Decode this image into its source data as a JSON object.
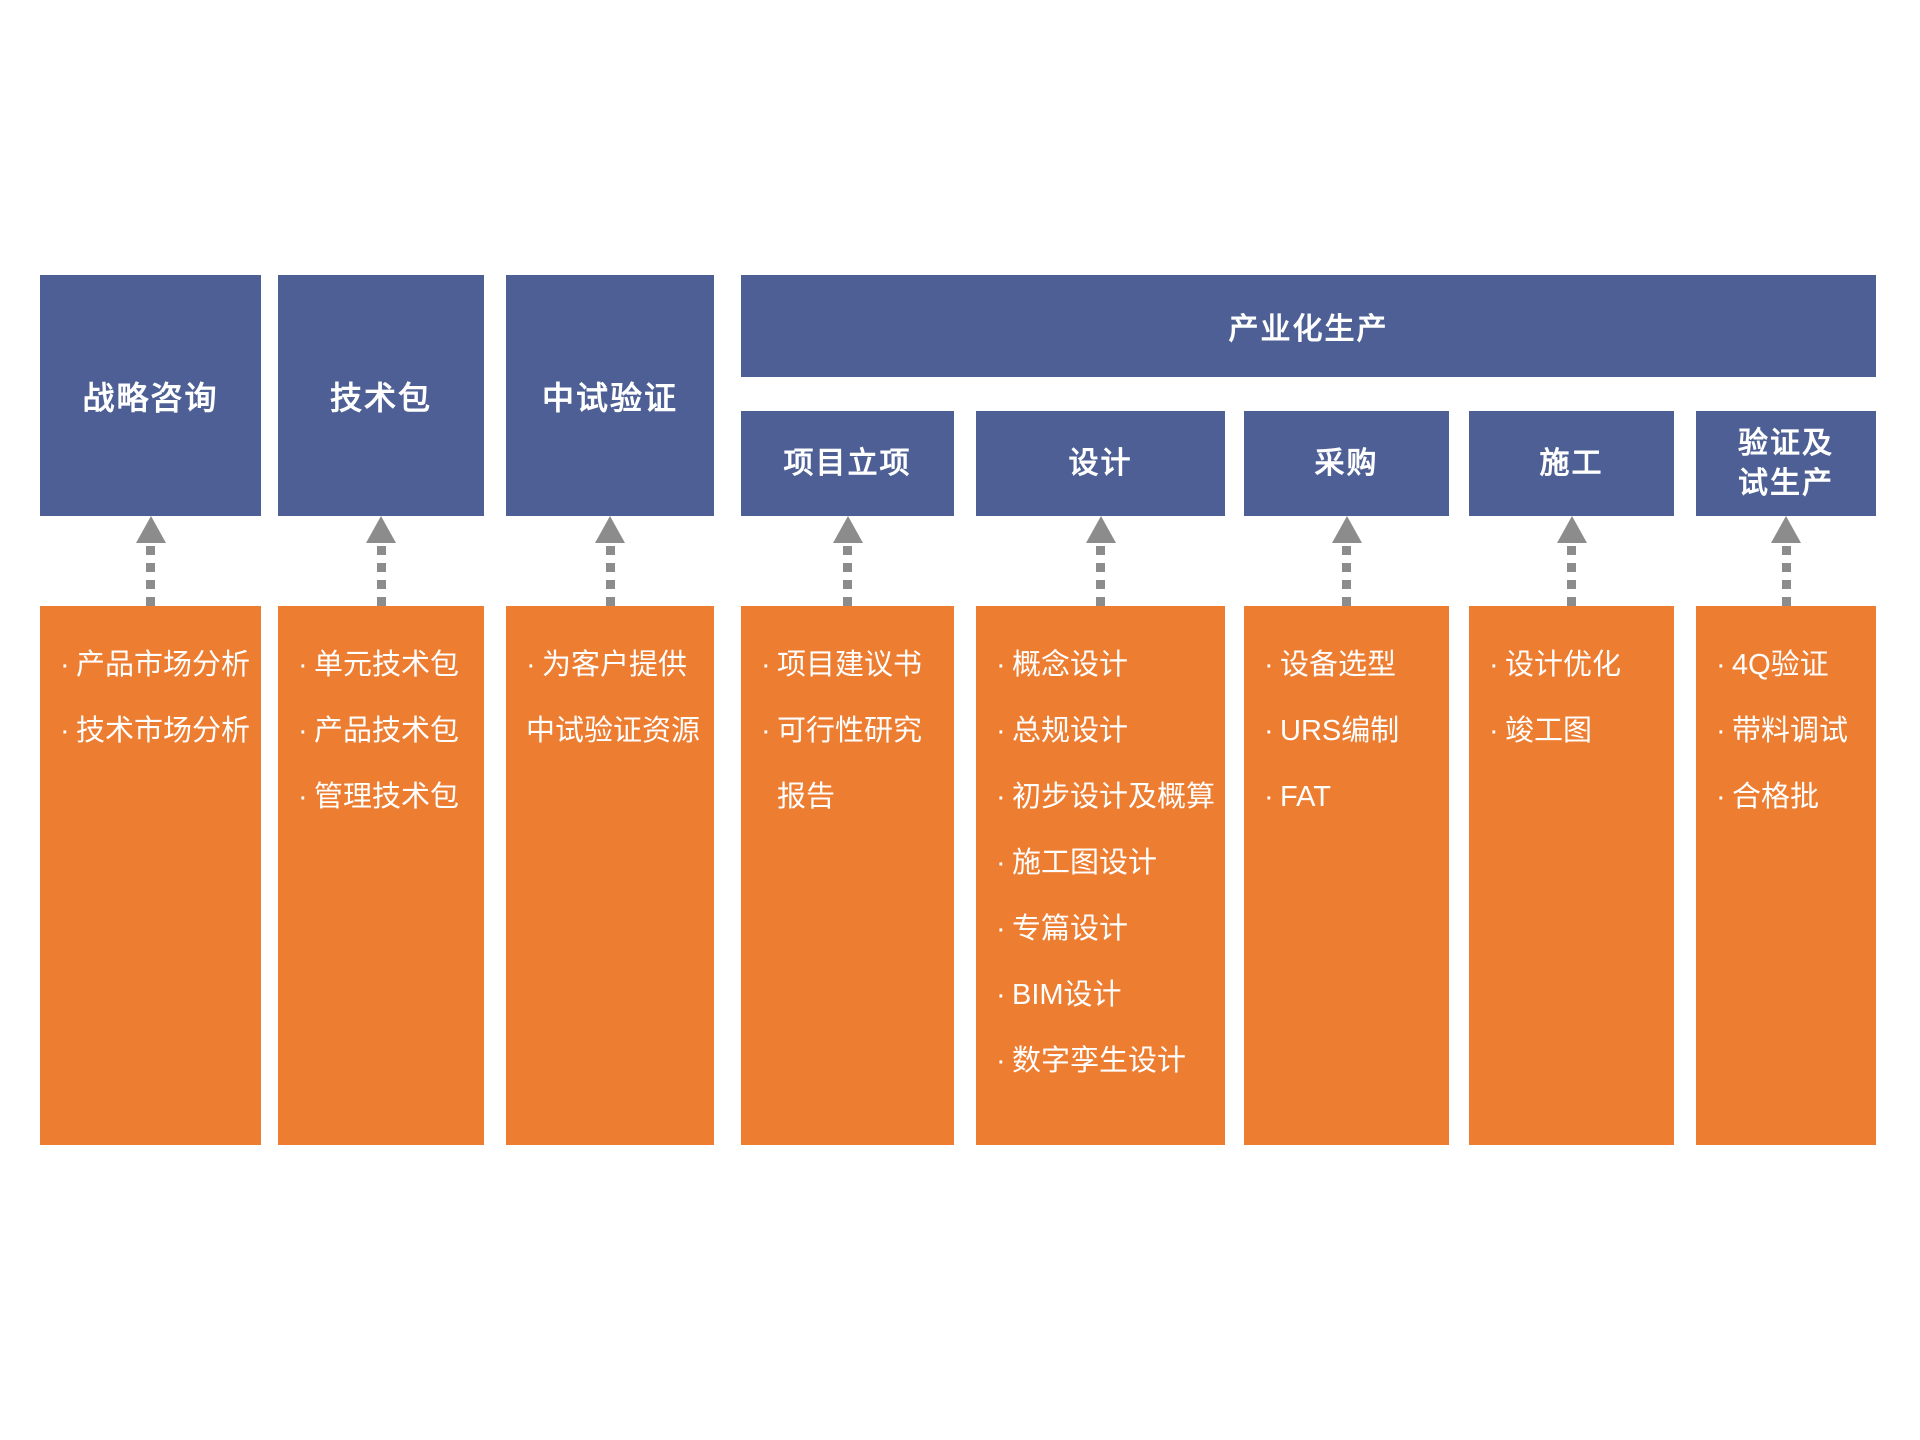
{
  "diagram": {
    "colors": {
      "header_blue": "#4d5f94",
      "detail_orange": "#ed7d31",
      "arrow_gray": "#8c8c8c",
      "text_white": "#ffffff",
      "background": "#ffffff"
    },
    "group_header": "产业化生产",
    "columns": [
      {
        "id": "strategy-consulting",
        "type": "standalone",
        "header": "战略咨询",
        "lines": [
          {
            "text": "产品市场分析",
            "bullet": true,
            "indent": false
          },
          {
            "text": "技术市场分析",
            "bullet": true,
            "indent": false
          }
        ]
      },
      {
        "id": "technology-package",
        "type": "standalone",
        "header": "技术包",
        "lines": [
          {
            "text": "单元技术包",
            "bullet": true,
            "indent": false
          },
          {
            "text": "产品技术包",
            "bullet": true,
            "indent": false
          },
          {
            "text": "管理技术包",
            "bullet": true,
            "indent": false
          }
        ]
      },
      {
        "id": "pilot-verification",
        "type": "standalone",
        "header": "中试验证",
        "lines": [
          {
            "text": "为客户提供",
            "bullet": true,
            "indent": false
          },
          {
            "text": "中试验证资源",
            "bullet": false,
            "indent": false
          }
        ]
      },
      {
        "id": "project-initiation",
        "type": "sub",
        "header": "项目立项",
        "lines": [
          {
            "text": "项目建议书",
            "bullet": true,
            "indent": false
          },
          {
            "text": "可行性研究",
            "bullet": true,
            "indent": false
          },
          {
            "text": "报告",
            "bullet": false,
            "indent": true
          }
        ]
      },
      {
        "id": "design",
        "type": "sub",
        "header": "设计",
        "lines": [
          {
            "text": "概念设计",
            "bullet": true,
            "indent": false
          },
          {
            "text": "总规设计",
            "bullet": true,
            "indent": false
          },
          {
            "text": "初步设计及概算",
            "bullet": true,
            "indent": false
          },
          {
            "text": "施工图设计",
            "bullet": true,
            "indent": false
          },
          {
            "text": "专篇设计",
            "bullet": true,
            "indent": false
          },
          {
            "text": "BIM设计",
            "bullet": true,
            "indent": false
          },
          {
            "text": "数字孪生设计",
            "bullet": true,
            "indent": false
          }
        ]
      },
      {
        "id": "procurement",
        "type": "sub",
        "header": "采购",
        "lines": [
          {
            "text": "设备选型",
            "bullet": true,
            "indent": false
          },
          {
            "text": "URS编制",
            "bullet": true,
            "indent": false
          },
          {
            "text": "FAT",
            "bullet": true,
            "indent": false
          }
        ]
      },
      {
        "id": "construction",
        "type": "sub",
        "header": "施工",
        "lines": [
          {
            "text": "设计优化",
            "bullet": true,
            "indent": false
          },
          {
            "text": "竣工图",
            "bullet": true,
            "indent": false
          }
        ]
      },
      {
        "id": "verification-trial-production",
        "type": "sub",
        "header": "验证及\n试生产",
        "lines": [
          {
            "text": "4Q验证",
            "bullet": true,
            "indent": false
          },
          {
            "text": "带料调试",
            "bullet": true,
            "indent": false
          },
          {
            "text": "合格批",
            "bullet": true,
            "indent": false
          }
        ]
      }
    ]
  }
}
